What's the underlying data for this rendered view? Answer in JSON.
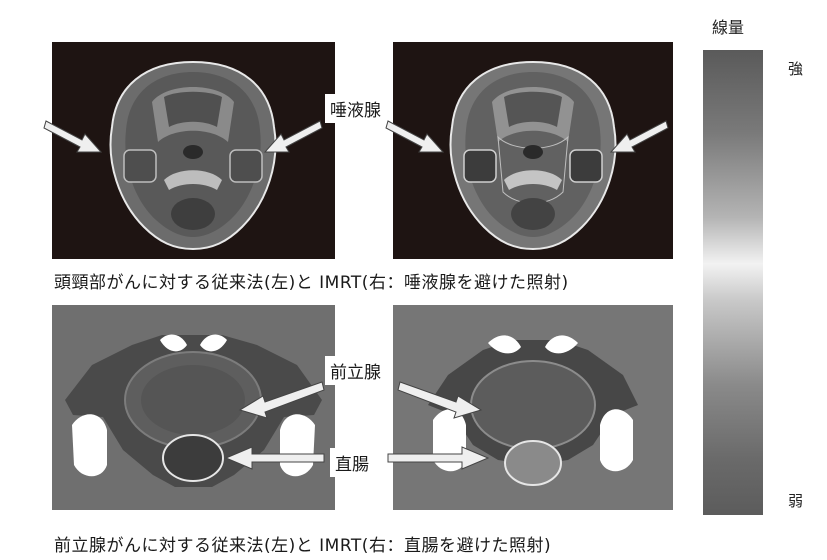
{
  "labels": {
    "salivary_gland": "唾液腺",
    "prostate": "前立腺",
    "rectum": "直腸"
  },
  "captions": {
    "top": "頭頸部がんに対する従来法(左)と IMRT(右：唾液腺を避けた照射)",
    "bottom": "前立腺がんに対する従来法(左)と IMRT(右：直腸を避けた照射)"
  },
  "scale": {
    "title": "線量",
    "high": "強",
    "low": "弱"
  },
  "colors": {
    "head_background": "#1e1412",
    "pelvis_background": "#6f6f6f",
    "arrow_fill": "#efefef",
    "high_dose": "#5a5a5a",
    "low_dose": "#f2f2f2"
  }
}
